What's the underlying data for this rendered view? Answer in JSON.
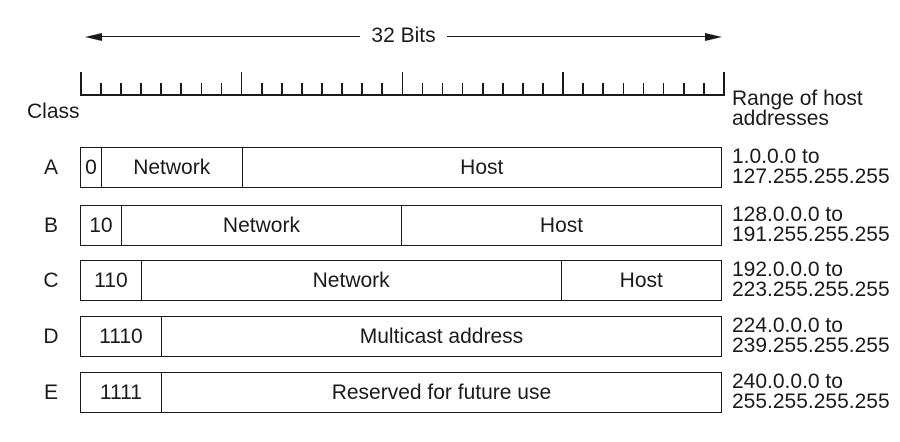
{
  "colors": {
    "ink": "#1a1a1a",
    "background": "#ffffff"
  },
  "header": {
    "bits_label": "32 Bits"
  },
  "labels": {
    "class_header": "Class",
    "range_header_line1": "Range of host",
    "range_header_line2": "addresses"
  },
  "ruler": {
    "total_bits": 32,
    "major_tick_every": 8
  },
  "rows": [
    {
      "class": "A",
      "cells": [
        {
          "label": "0",
          "bits": 1
        },
        {
          "label": "Network",
          "bits": 7
        },
        {
          "label": "Host",
          "bits": 24
        }
      ],
      "range_line1": "1.0.0.0 to",
      "range_line2": "127.255.255.255"
    },
    {
      "class": "B",
      "cells": [
        {
          "label": "10",
          "bits": 2
        },
        {
          "label": "Network",
          "bits": 14
        },
        {
          "label": "Host",
          "bits": 16
        }
      ],
      "range_line1": "128.0.0.0 to",
      "range_line2": "191.255.255.255"
    },
    {
      "class": "C",
      "cells": [
        {
          "label": "110",
          "bits": 3
        },
        {
          "label": "Network",
          "bits": 21
        },
        {
          "label": "Host",
          "bits": 8
        }
      ],
      "range_line1": "192.0.0.0 to",
      "range_line2": "223.255.255.255"
    },
    {
      "class": "D",
      "cells": [
        {
          "label": "1110",
          "bits": 4
        },
        {
          "label": "Multicast address",
          "bits": 28
        }
      ],
      "range_line1": "224.0.0.0 to",
      "range_line2": "239.255.255.255"
    },
    {
      "class": "E",
      "cells": [
        {
          "label": "1111",
          "bits": 4
        },
        {
          "label": "Reserved for future use",
          "bits": 28
        }
      ],
      "range_line1": "240.0.0.0 to",
      "range_line2": "255.255.255.255"
    }
  ]
}
